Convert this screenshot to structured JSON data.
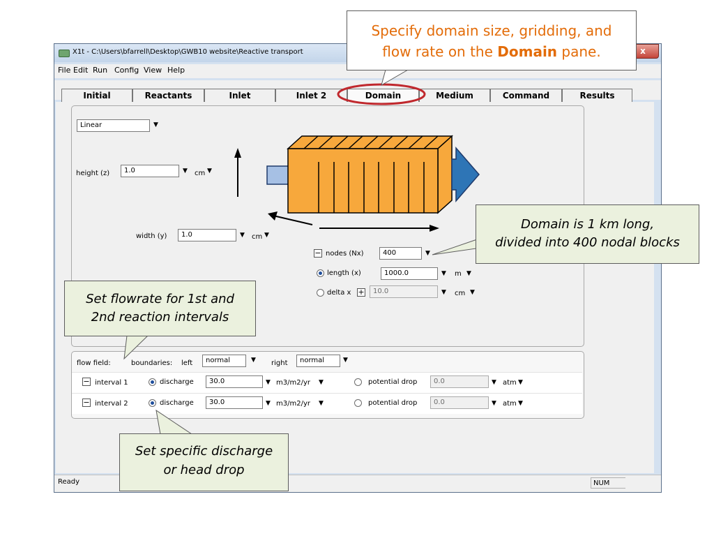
{
  "window": {
    "title": "X1t - C:\\Users\\bfarrell\\Desktop\\GWB10 website\\Reactive transport",
    "close_label": "x"
  },
  "menu": [
    "File",
    "Edit",
    "Run",
    "Config",
    "View",
    "Help"
  ],
  "tabs": [
    "Initial",
    "Reactants",
    "Inlet",
    "Inlet 2",
    "Domain",
    "Medium",
    "Command",
    "Results"
  ],
  "active_tab": "Domain",
  "geometry": {
    "type_value": "Linear",
    "height_label": "height (z)",
    "height_value": "1.0",
    "height_unit": "cm",
    "width_label": "width (y)",
    "width_value": "1.0",
    "width_unit": "cm",
    "nodes_label": "nodes (Nx)",
    "nodes_value": "400",
    "length_label": "length (x)",
    "length_value": "1000.0",
    "length_unit": "m",
    "length_selected": true,
    "deltax_label": "delta x",
    "deltax_value": "10.0",
    "deltax_unit": "cm",
    "minus_symbol": "−",
    "plus_symbol": "+"
  },
  "flow": {
    "label": "flow field:",
    "boundaries_label": "boundaries:",
    "left_label": "left",
    "left_value": "normal",
    "right_label": "right",
    "right_value": "normal",
    "intervals": [
      {
        "label": "interval 1",
        "discharge_label": "discharge",
        "discharge_value": "30.0",
        "discharge_unit": "m3/m2/yr",
        "drop_label": "potential drop",
        "drop_value": "0.0",
        "drop_unit": "atm",
        "discharge_selected": true
      },
      {
        "label": "interval 2",
        "discharge_label": "discharge",
        "discharge_value": "30.0",
        "discharge_unit": "m3/m2/yr",
        "drop_label": "potential drop",
        "drop_value": "0.0",
        "drop_unit": "atm",
        "discharge_selected": true
      }
    ]
  },
  "status": {
    "text": "Ready",
    "num": "NUM"
  },
  "callouts": {
    "domain_line1": "Specify domain size, gridding, and",
    "domain_line2_pre": "flow rate on the ",
    "domain_line2_bold": "Domain",
    "domain_line2_post": " pane.",
    "length_line1": "Domain is 1 km long,",
    "length_line2": "divided into 400 nodal blocks",
    "flowrate_line1": "Set flowrate for 1st and",
    "flowrate_line2": "2nd reaction intervals",
    "discharge_line1": "Set specific discharge",
    "discharge_line2": "or head drop"
  },
  "colors": {
    "callout_bg": "#ebf1de",
    "callout_title_text": "#e36c09",
    "highlight_ring": "#c0282d",
    "block_fill": "#f7a83c",
    "flow_arrow": "#2e75b6",
    "inlet_pipe": "#a6c0e4"
  }
}
